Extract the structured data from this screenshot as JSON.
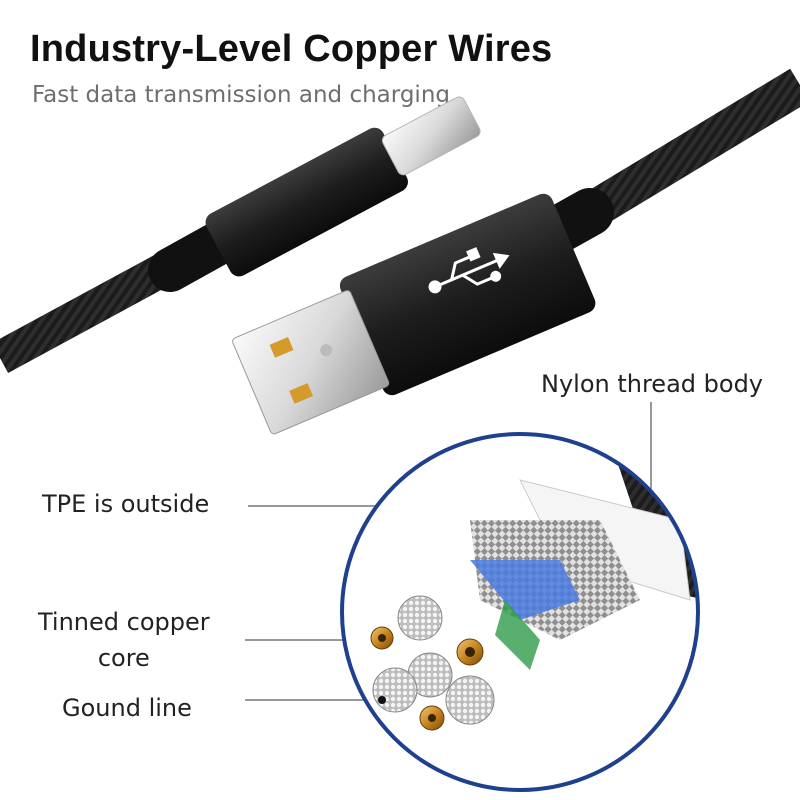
{
  "header": {
    "title": "Industry-Level Copper Wires",
    "subtitle": "Fast data transmission and charging."
  },
  "callouts": {
    "nylon": "Nylon thread body",
    "tpe": "TPE is outside",
    "tinned_line1": "Tinned copper",
    "tinned_line2": "core",
    "ground": "Gound line"
  },
  "colors": {
    "circle_border": "#1f3f8f",
    "copper": "#c8861e",
    "cable_black": "#1a1a1a"
  },
  "icons": [
    "usb-icon"
  ]
}
